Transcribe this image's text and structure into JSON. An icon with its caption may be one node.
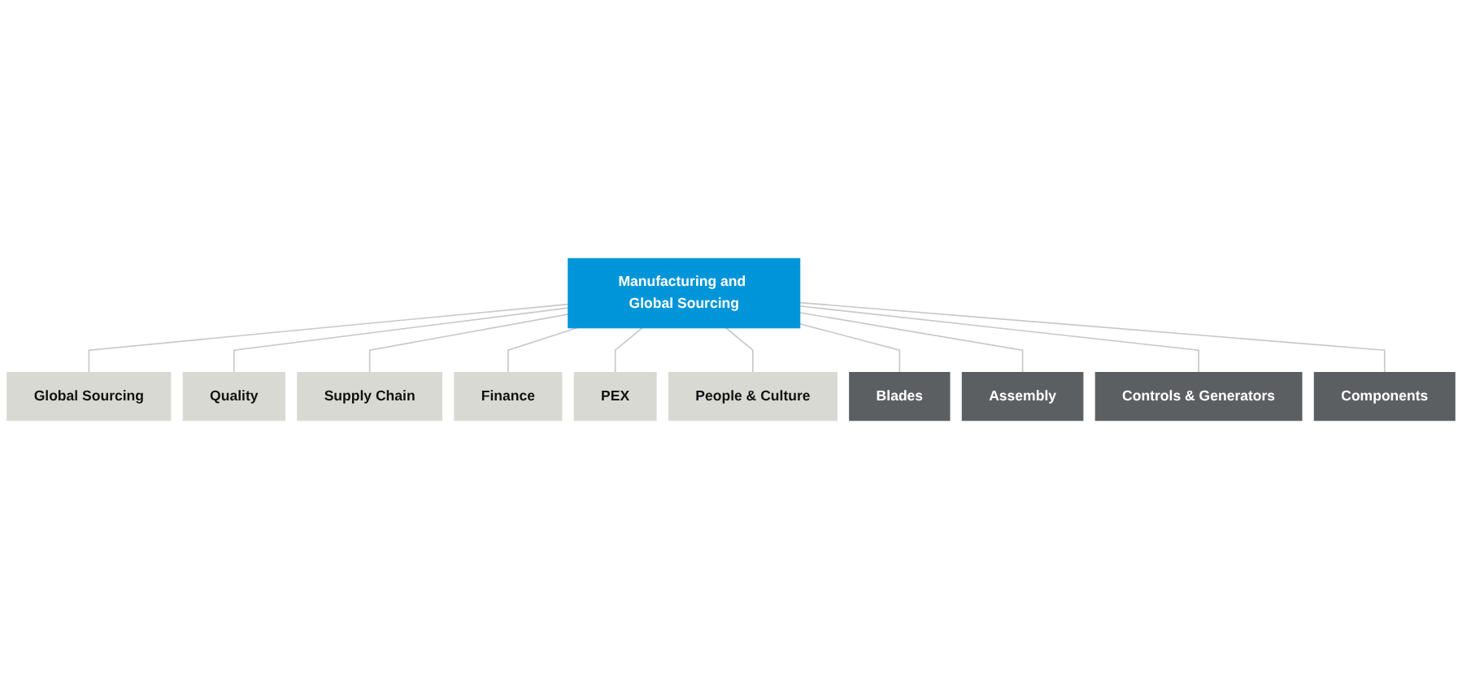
{
  "diagram": {
    "nodes": [
      {
        "text": [
          "Manufacturing and Global Sourcing"
        ]
      },
      {
        "text": [
          "Global Sourcing"
        ]
      },
      {
        "text": [
          "Quality"
        ]
      },
      {
        "text": [
          "Supply Chain"
        ]
      },
      {
        "text": [
          "Finance"
        ]
      },
      {
        "text": [
          "PEX"
        ]
      },
      {
        "text": [
          "People & Culture"
        ]
      },
      {
        "text": [
          "Blades"
        ]
      },
      {
        "text": [
          "Assembly"
        ]
      },
      {
        "text": [
          "Controls & Generators"
        ]
      },
      {
        "text": [
          "Components"
        ]
      }
    ],
    "edges": [
      {
        "from": 0,
        "to": 1,
        "arrow": "none"
      },
      {
        "from": 0,
        "to": 2,
        "arrow": "none"
      },
      {
        "from": 0,
        "to": 3,
        "arrow": "none"
      },
      {
        "from": 0,
        "to": 4,
        "arrow": "none"
      },
      {
        "from": 0,
        "to": 5,
        "arrow": "none"
      },
      {
        "from": 0,
        "to": 6,
        "arrow": "none"
      },
      {
        "from": 0,
        "to": 7,
        "arrow": "none"
      },
      {
        "from": 0,
        "to": 8,
        "arrow": "none"
      },
      {
        "from": 0,
        "to": 9,
        "arrow": "none"
      },
      {
        "from": 0,
        "to": 10,
        "arrow": "none"
      }
    ]
  }
}
